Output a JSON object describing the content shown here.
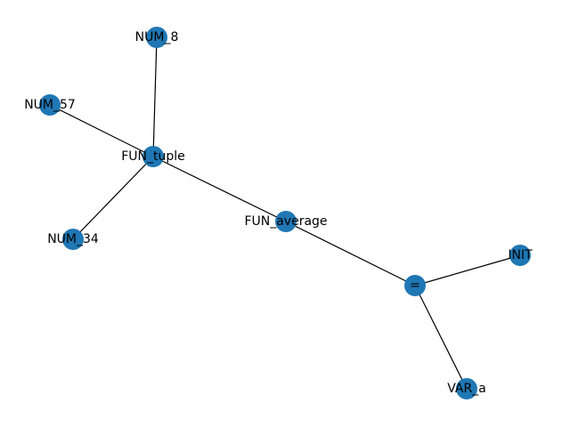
{
  "graph": {
    "node_color": "#1f77b4",
    "edge_color": "#000000",
    "nodes": [
      {
        "id": "NUM_8",
        "label": "NUM_8"
      },
      {
        "id": "NUM_57",
        "label": "NUM_57"
      },
      {
        "id": "FUN_tuple",
        "label": "FUN_tuple"
      },
      {
        "id": "NUM_34",
        "label": "NUM_34"
      },
      {
        "id": "FUN_average",
        "label": "FUN_average"
      },
      {
        "id": "INIT",
        "label": "INIT"
      },
      {
        "id": "EQ",
        "label": "="
      },
      {
        "id": "VAR_a",
        "label": "VAR_a"
      }
    ],
    "edges": [
      {
        "source": "NUM_8",
        "target": "FUN_tuple"
      },
      {
        "source": "NUM_57",
        "target": "FUN_tuple"
      },
      {
        "source": "NUM_34",
        "target": "FUN_tuple"
      },
      {
        "source": "FUN_tuple",
        "target": "FUN_average"
      },
      {
        "source": "FUN_average",
        "target": "EQ"
      },
      {
        "source": "EQ",
        "target": "INIT"
      },
      {
        "source": "EQ",
        "target": "VAR_a"
      }
    ]
  }
}
